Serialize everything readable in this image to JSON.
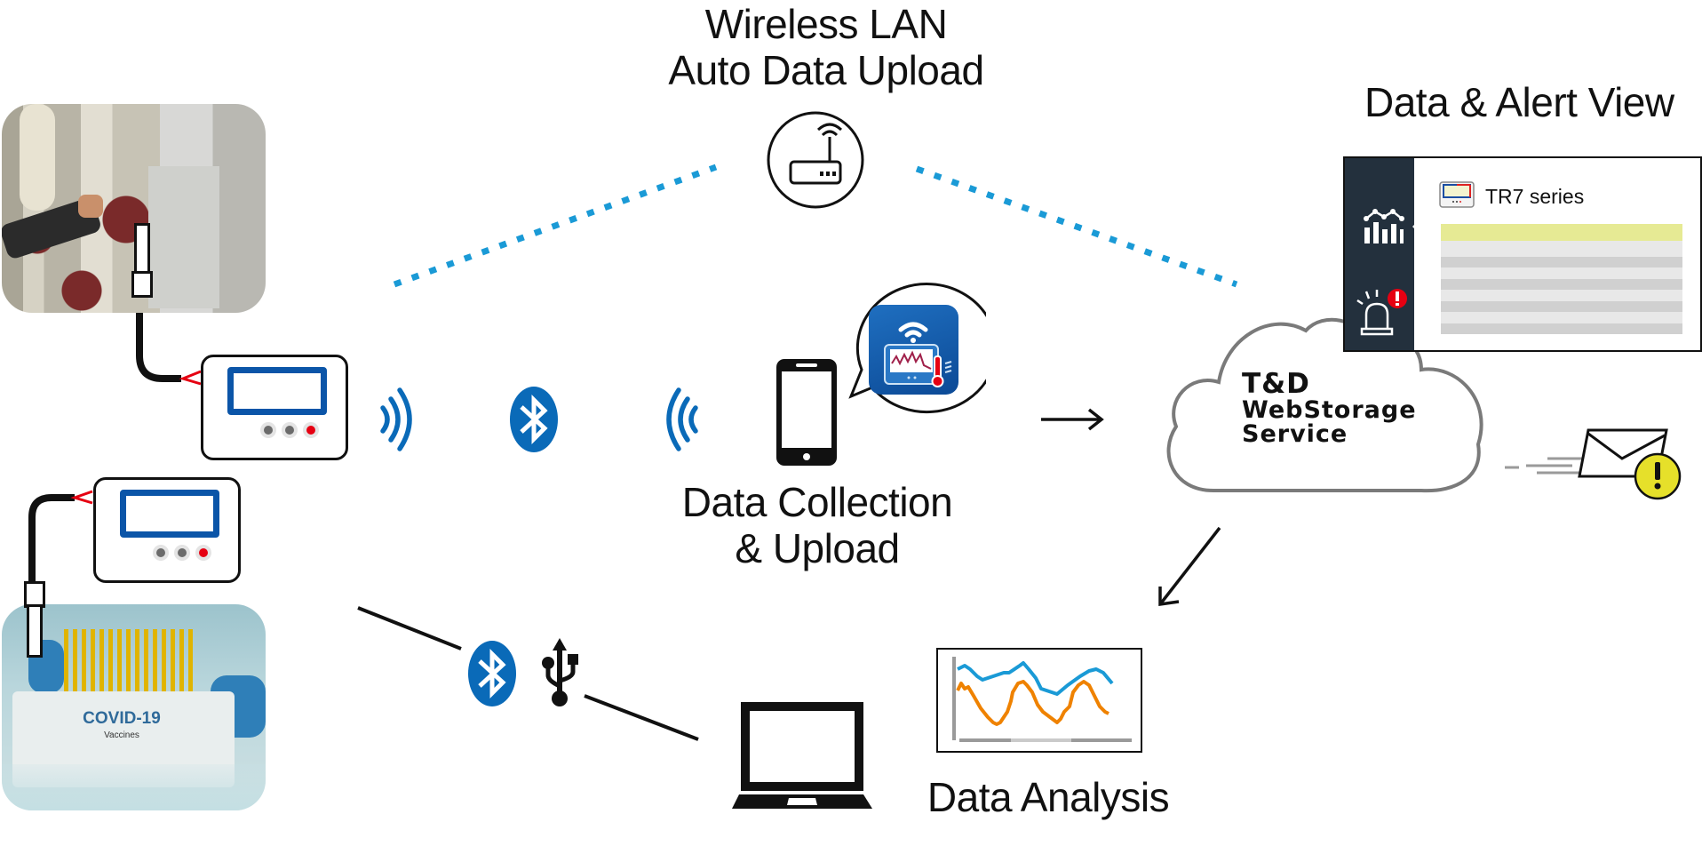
{
  "labels": {
    "wireless_line1": "Wireless LAN",
    "wireless_line2": "Auto Data Upload",
    "collection_line1": "Data Collection",
    "collection_line2": "& Upload",
    "data_alert_view": "Data & Alert View",
    "data_analysis": "Data Analysis"
  },
  "cloud": {
    "line1": "T&D",
    "line2": "WebStorage",
    "line3": "Service"
  },
  "panel": {
    "device_name": "TR7 series",
    "highlight_color": "#e6ea94",
    "side_color": "#23303d"
  },
  "photos": {
    "vaccine_box_text": "COVID-19",
    "vaccine_box_subtext": "Vaccines"
  },
  "colors": {
    "wireless_dots": "#1a9ad6",
    "bluetooth_blue": "#0a6ab8",
    "logger_screen": "#0b55a8",
    "alert_red": "#e60012",
    "alert_yellow": "#e6e02a",
    "chart_blue": "#1a9ad6",
    "chart_orange": "#ef8200"
  },
  "icons": {
    "router": "router-icon",
    "bluetooth": "bluetooth-icon",
    "usb": "usb-icon",
    "smartphone": "smartphone-icon",
    "app": "thermo-app-icon",
    "laptop": "laptop-icon",
    "mail_alert": "mail-alert-icon",
    "chart_nav": "chart-icon",
    "alarm": "alarm-light-icon"
  }
}
